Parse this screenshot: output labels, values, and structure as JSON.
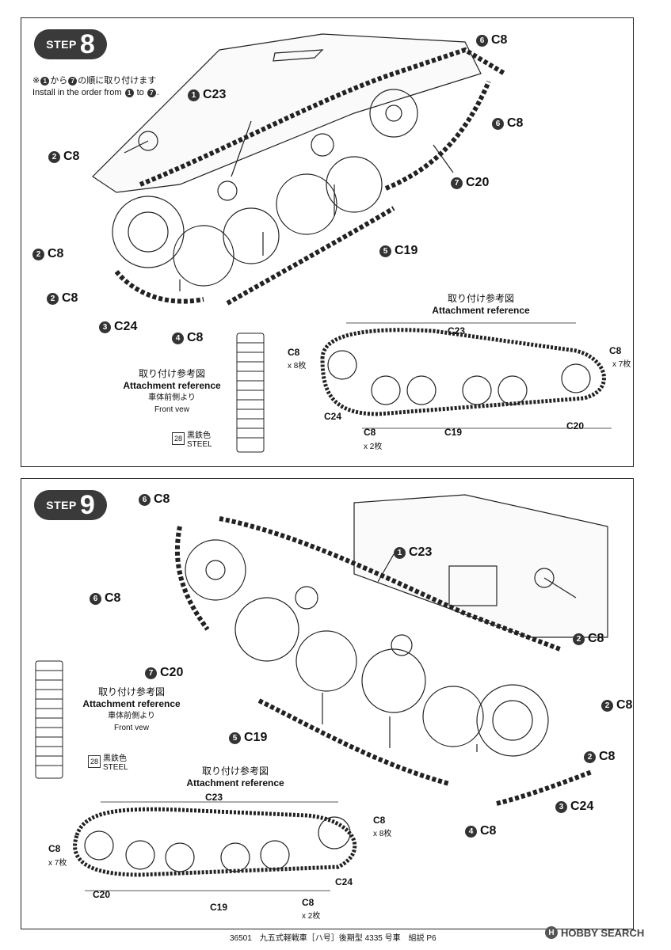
{
  "steps": [
    {
      "label_word": "STEP",
      "number": "8",
      "note_jp_tail": "の順に取り付けます",
      "note_en": "Install in the order from",
      "callouts": [
        {
          "n": "1",
          "part": "C23"
        },
        {
          "n": "2",
          "part": "C8"
        },
        {
          "n": "2",
          "part": "C8"
        },
        {
          "n": "2",
          "part": "C8"
        },
        {
          "n": "3",
          "part": "C24"
        },
        {
          "n": "4",
          "part": "C8"
        },
        {
          "n": "5",
          "part": "C19"
        },
        {
          "n": "6",
          "part": "C8"
        },
        {
          "n": "6",
          "part": "C8"
        },
        {
          "n": "7",
          "part": "C20"
        }
      ],
      "reference": {
        "title_jp": "取り付け参考図",
        "title_en": "Attachment reference",
        "labels": {
          "c23": "C23",
          "c8_front": "C8",
          "c8_front_qty": "x 8枚",
          "c8_rear": "C8",
          "c8_rear_qty": "x 7枚",
          "c24": "C24",
          "c8_bottom": "C8",
          "c8_bottom_qty": "x 2枚",
          "c19": "C19",
          "c20": "C20"
        }
      },
      "front_view": {
        "title_jp": "取り付け参考図",
        "title_en": "Attachment reference",
        "sub_jp": "車体前側より",
        "sub_en": "Front vew"
      },
      "paint": {
        "code": "28",
        "jp": "黒鉄色",
        "en": "STEEL"
      }
    },
    {
      "label_word": "STEP",
      "number": "9",
      "callouts": [
        {
          "n": "6",
          "part": "C8"
        },
        {
          "n": "6",
          "part": "C8"
        },
        {
          "n": "1",
          "part": "C23"
        },
        {
          "n": "2",
          "part": "C8"
        },
        {
          "n": "2",
          "part": "C8"
        },
        {
          "n": "2",
          "part": "C8"
        },
        {
          "n": "7",
          "part": "C20"
        },
        {
          "n": "5",
          "part": "C19"
        },
        {
          "n": "3",
          "part": "C24"
        },
        {
          "n": "4",
          "part": "C8"
        }
      ],
      "reference": {
        "title_jp": "取り付け参考図",
        "title_en": "Attachment reference",
        "labels": {
          "c23": "C23",
          "c8_front": "C8",
          "c8_front_qty": "x 8枚",
          "c8_rear": "C8",
          "c8_rear_qty": "x 7枚",
          "c24": "C24",
          "c8_bottom": "C8",
          "c8_bottom_qty": "x 2枚",
          "c19": "C19",
          "c20": "C20"
        }
      },
      "front_view": {
        "title_jp": "取り付け参考図",
        "title_en": "Attachment reference",
        "sub_jp": "車体前側より",
        "sub_en": "Front vew"
      },
      "paint": {
        "code": "28",
        "jp": "黒鉄色",
        "en": "STEEL"
      }
    }
  ],
  "footer": "36501　九五式軽戦車［ハ号］後期型 4335 号車　組説 P6",
  "watermark": "HOBBY SEARCH",
  "watermark_logo": "H",
  "note_symbols": {
    "asterisk": "※",
    "first": "1",
    "last": "7",
    "kara": "から",
    "to": "to",
    "period": "."
  }
}
